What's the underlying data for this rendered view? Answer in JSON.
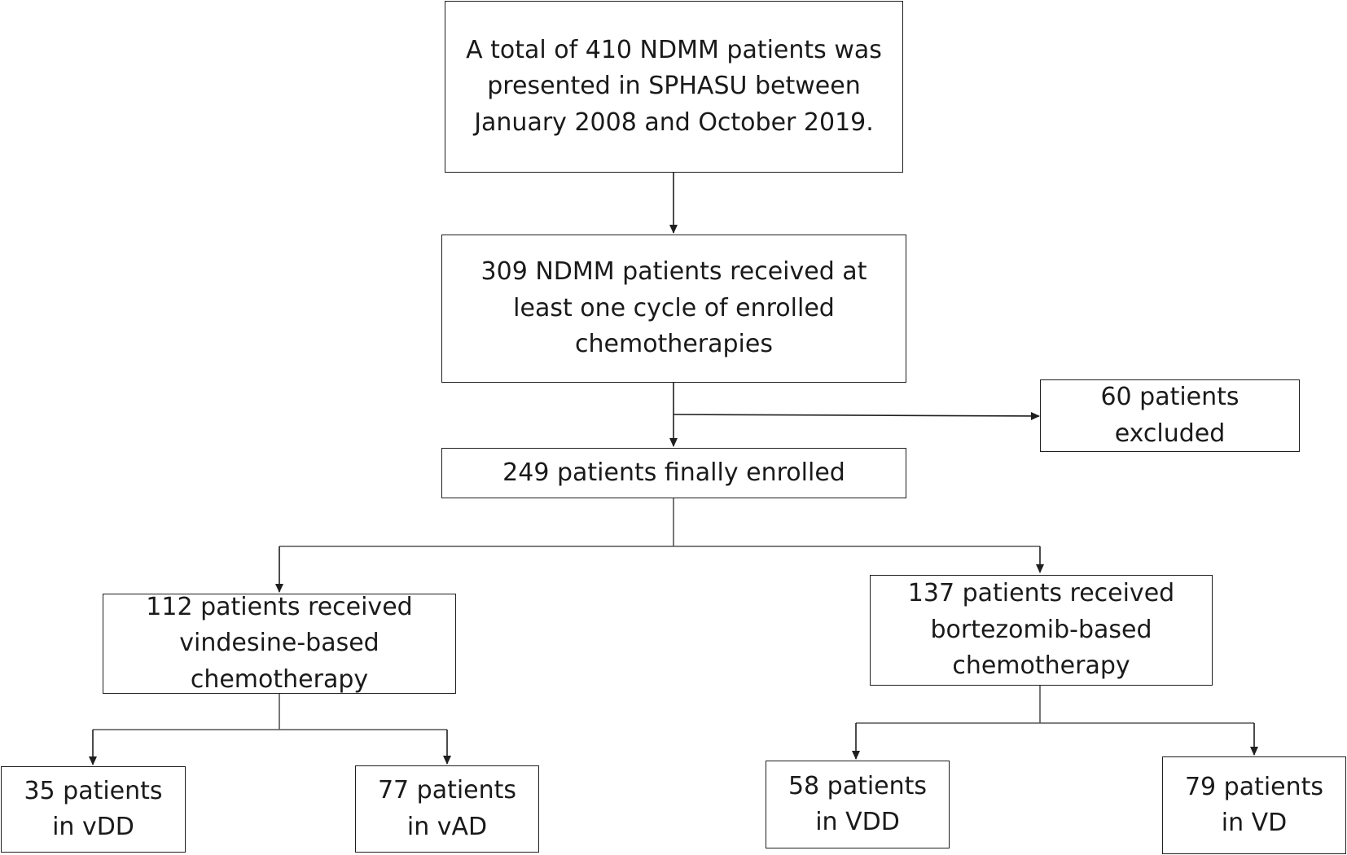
{
  "boxes": {
    "total": "A total of 410 NDMM patients was\npresented in SPHASU between\nJanuary 2008 and October 2019.",
    "received": "309 NDMM patients received at\nleast one cycle of enrolled\nchemotherapies",
    "excluded": "60 patients\nexcluded",
    "enrolled": "249 patients finally enrolled",
    "vindesine": "112 patients received\nvindesine-based\nchemotherapy",
    "bortezomib": "137 patients received\nbortezomib-based\nchemotherapy",
    "vdd_lower": "35 patients\nin vDD",
    "vad": "77 patients\nin vAD",
    "vdd_upper": "58 patients\nin VDD",
    "vd": "79 patients\nin VD"
  },
  "colors": {
    "stroke": "#1f1f1f",
    "connector": "#555555"
  }
}
